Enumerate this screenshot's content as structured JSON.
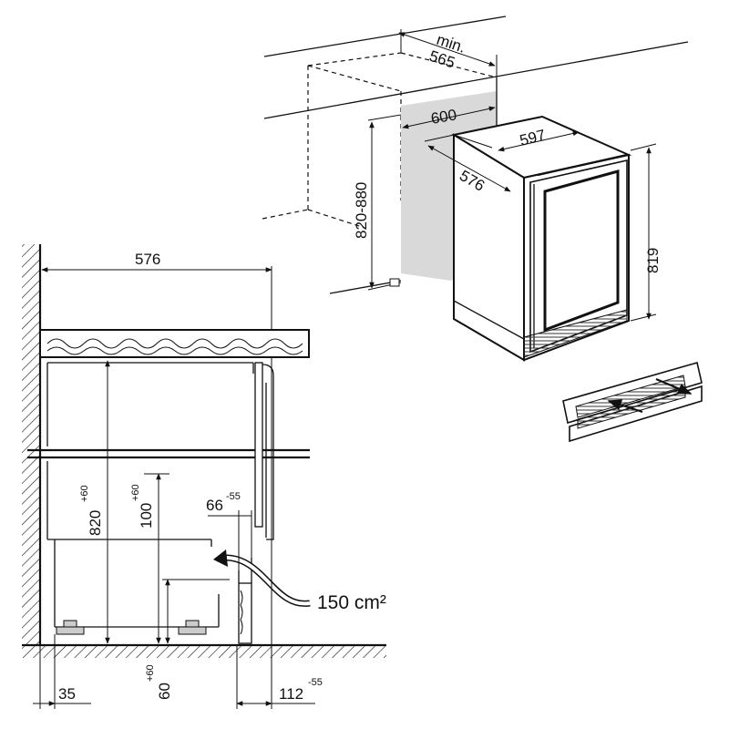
{
  "top_view": {
    "dim_min_label": "min.",
    "dim_min_value": "565",
    "dim_niche_width": "600",
    "dim_niche_height": "820-880",
    "dim_unit_width": "597",
    "dim_unit_depth": "576",
    "dim_unit_height": "819"
  },
  "side_view": {
    "dim_counter_depth": "576",
    "dim_niche_height": "820",
    "dim_niche_height_tol": "+60",
    "dim_vent_height": "100",
    "dim_vent_height_tol": "+60",
    "dim_plinth_gap": "66",
    "dim_plinth_gap_tol": "-55",
    "dim_vent_area": "150 cm²",
    "dim_wall_gap": "35",
    "dim_base_height": "60",
    "dim_base_height_tol": "+60",
    "dim_plinth_depth": "112",
    "dim_plinth_depth_tol": "-55"
  }
}
